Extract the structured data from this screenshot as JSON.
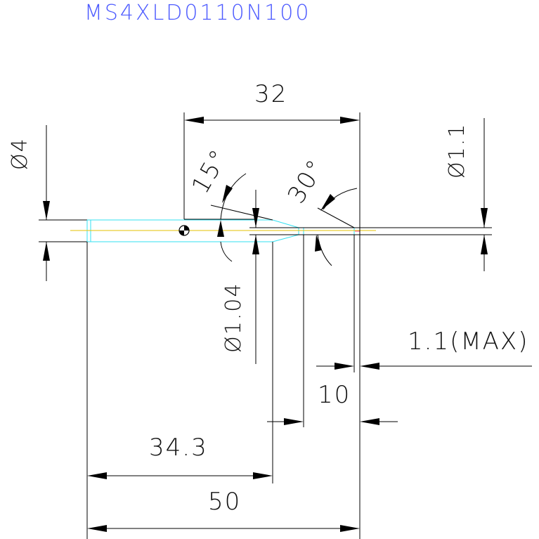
{
  "part_number": "MS4XLD0110N100",
  "dimensions": {
    "shank_diameter": "Ø4",
    "overall_length": "50",
    "length_to_neck": "34.3",
    "neck_length": "10",
    "flute_length_max": "1.1(MAX)",
    "distance_32": "32",
    "neck_diameter": "Ø1.04",
    "tip_diameter": "Ø1.1"
  },
  "angles": {
    "taper_angle": "15°",
    "tip_angle": "30°"
  },
  "colors": {
    "title": "#4d5bff",
    "outline": "#000000",
    "body": "#33e0f0",
    "centerline": "#e6c200"
  }
}
